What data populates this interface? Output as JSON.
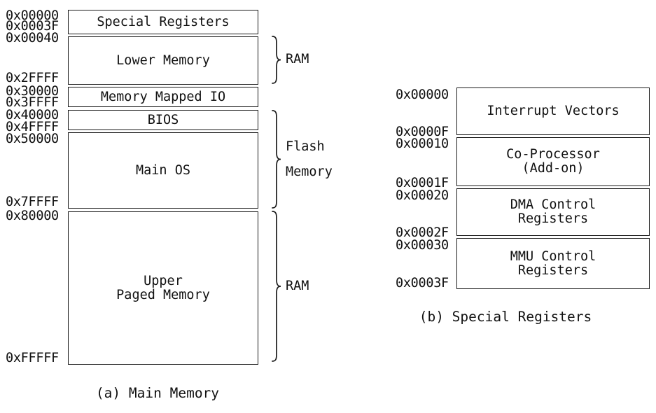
{
  "figure": {
    "background": "#ffffff",
    "line_color": "#1a1a1a",
    "text_color": "#111111"
  },
  "main_memory": {
    "caption": "(a) Main Memory",
    "regions": [
      {
        "label": "Special Registers",
        "start": "0x00000",
        "end": "0x0003F"
      },
      {
        "label": "Lower Memory",
        "start": "0x00040",
        "end": "0x2FFFF"
      },
      {
        "label": "Memory Mapped IO",
        "start": "0x30000",
        "end": "0x3FFFF"
      },
      {
        "label": "BIOS",
        "start": "0x40000",
        "end": "0x4FFFF"
      },
      {
        "label": "Main OS",
        "start": "0x50000",
        "end": "0x7FFFF"
      },
      {
        "label": "Upper\nPaged Memory",
        "start": "0x80000",
        "end": "0xFFFFF"
      }
    ],
    "braces": [
      {
        "label": "RAM"
      },
      {
        "label": "Flash\nMemory"
      },
      {
        "label": "RAM"
      }
    ]
  },
  "special_registers": {
    "caption": "(b) Special Registers",
    "regions": [
      {
        "label": "Interrupt Vectors",
        "start": "0x00000",
        "end": "0x0000F"
      },
      {
        "label": "Co-Processor\n(Add-on)",
        "start": "0x00010",
        "end": "0x0001F"
      },
      {
        "label": "DMA Control\nRegisters",
        "start": "0x00020",
        "end": "0x0002F"
      },
      {
        "label": "MMU Control\nRegisters",
        "start": "0x00030",
        "end": "0x0003F"
      }
    ]
  }
}
